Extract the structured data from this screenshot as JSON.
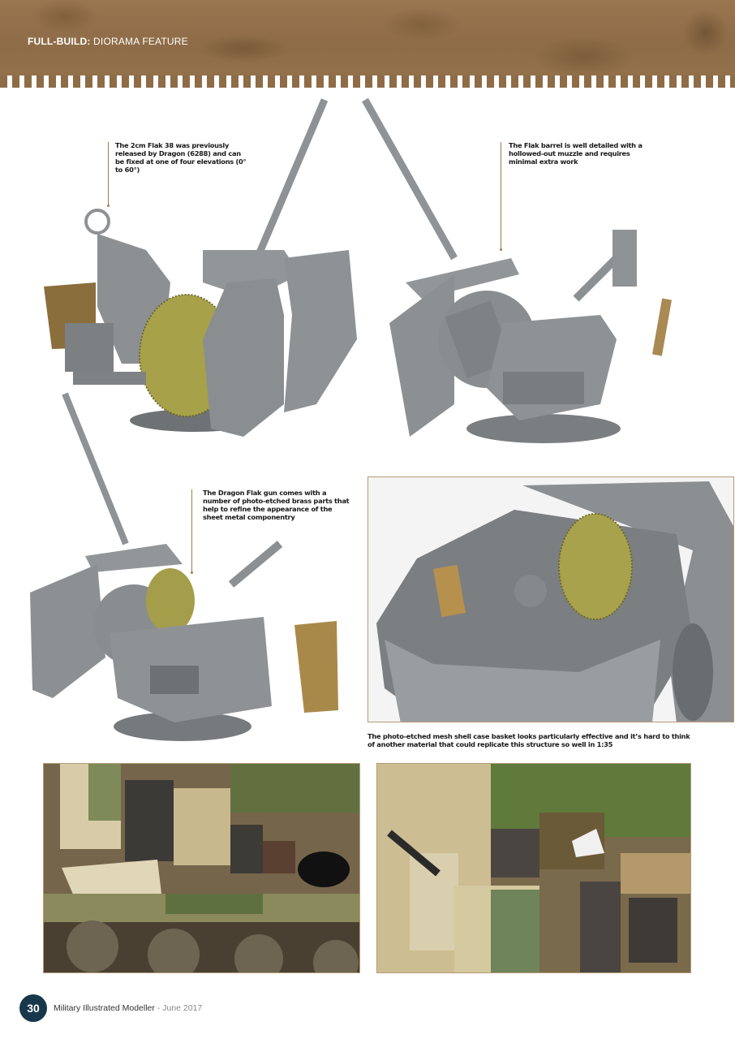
{
  "header": {
    "section_bold": "FULL-BUILD:",
    "section_rest": " DIORAMA FEATURE"
  },
  "captions": [
    {
      "id": "flak38",
      "text": "The 2cm Flak 38 was previously released by Dragon (6288) and can be fixed at one of four elevations (0° to 60°)"
    },
    {
      "id": "barrel",
      "text": "The Flak barrel is well detailed with a hollowed-out muzzle and requires minimal extra work"
    },
    {
      "id": "photoetched",
      "text": "The Dragon Flak gun comes with a number of photo-etched brass parts that help to refine the appearance of the sheet metal componentry"
    },
    {
      "id": "mesh",
      "text": "The photo-etched mesh shell case basket looks particularly effective and it’s hard to think of another material that could replicate this structure so well in 1:35"
    }
  ],
  "photos": [
    {
      "id": "flak-front-left",
      "alt": "Grey 2cm Flak 38 model with brass mesh basket, front-left view"
    },
    {
      "id": "flak-side-right",
      "alt": "Grey 2cm Flak 38 model, side view with raised barrel"
    },
    {
      "id": "flak-rear",
      "alt": "Grey Flak 38 model with brass shield parts, rear view"
    },
    {
      "id": "flak-in-hull",
      "alt": "Flak gun mounted in grey vehicle hull"
    },
    {
      "id": "diorama-hull",
      "alt": "Weathered camouflaged vehicle diorama, hull and tracks"
    },
    {
      "id": "diorama-interior",
      "alt": "Weathered diorama interior with flak gun and grass"
    }
  ],
  "footer": {
    "page_number": "30",
    "publication": "Military Illustrated Modeller",
    "date": " - June 2017"
  },
  "colors": {
    "header_brown": "#8e6c47",
    "frame_tan": "#b49a76",
    "badge_navy": "#17384a"
  }
}
